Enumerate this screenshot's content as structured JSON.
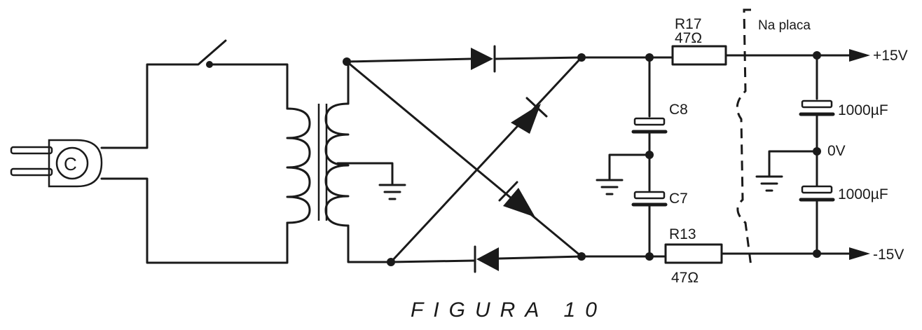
{
  "figure": {
    "caption": "FIGURA 10"
  },
  "labels": {
    "r17_name": "R17",
    "r17_value": "47Ω",
    "r13_name": "R13",
    "r13_value": "47Ω",
    "c8": "C8",
    "c7": "C7",
    "cap_top_value": "1000µF",
    "cap_bottom_value": "1000µF",
    "rail_positive": "+15V",
    "rail_zero": "0V",
    "rail_negative": "-15V",
    "board_region": "Na placa"
  }
}
